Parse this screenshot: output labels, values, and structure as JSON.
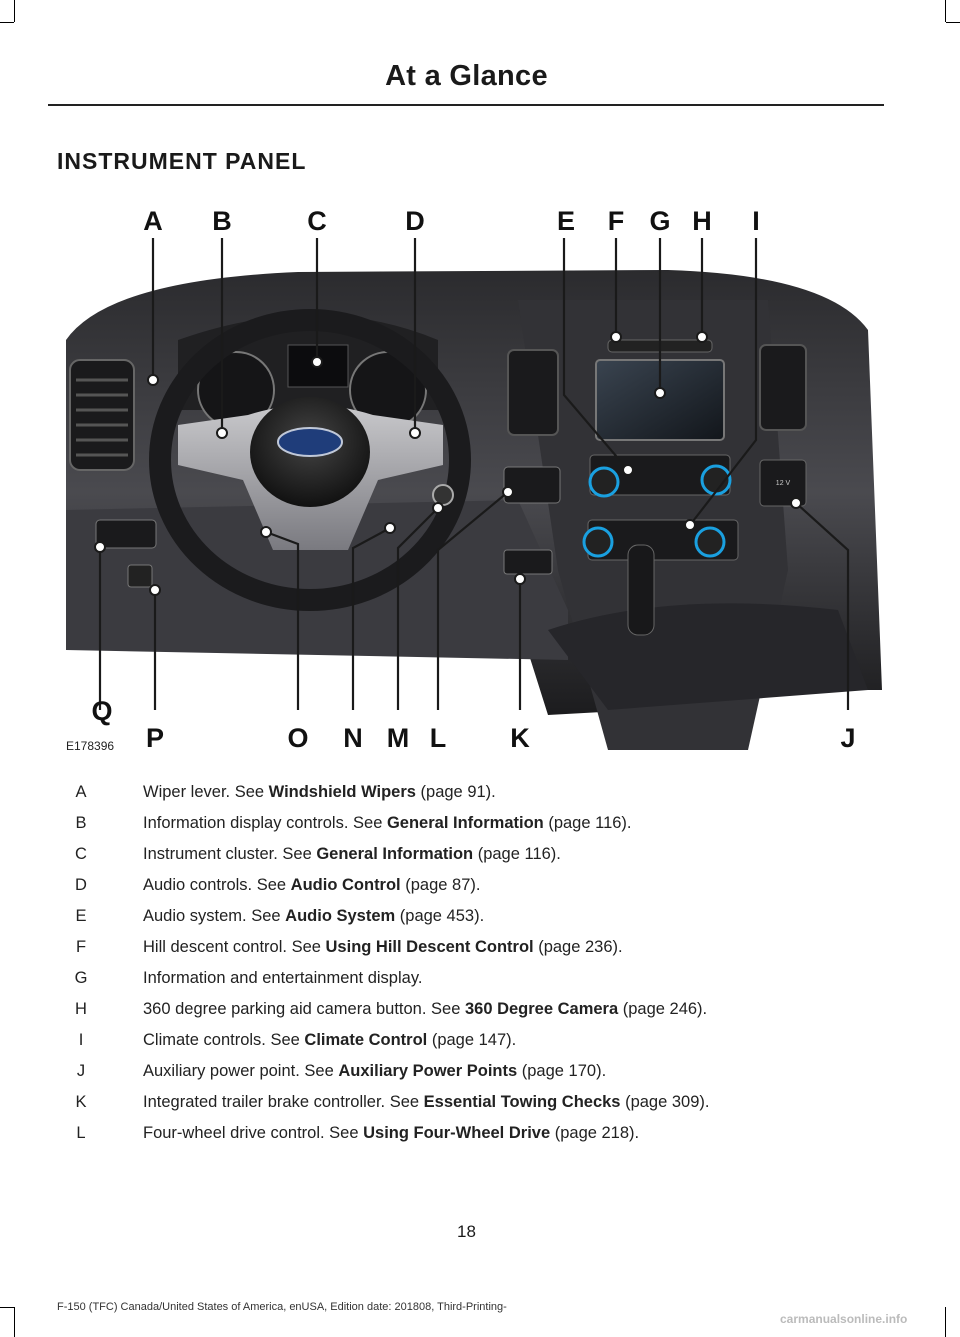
{
  "header": {
    "title": "At a Glance"
  },
  "section": {
    "title": "INSTRUMENT PANEL"
  },
  "figure": {
    "code": "E178396",
    "callouts_top": [
      "A",
      "B",
      "C",
      "D",
      "E",
      "F",
      "G",
      "H",
      "I"
    ],
    "callouts_bottom": [
      "Q",
      "P",
      "O",
      "N",
      "M",
      "L",
      "K",
      "J"
    ],
    "vent_label": "12 V"
  },
  "items": [
    {
      "letter": "A",
      "text": "Wiper lever. See ",
      "ref": "Windshield Wipers",
      "suffix": " (page 91)."
    },
    {
      "letter": "B",
      "text": "Information display controls. See ",
      "ref": "General Information",
      "suffix": " (page 116)."
    },
    {
      "letter": "C",
      "text": "Instrument cluster.  See ",
      "ref": "General Information",
      "suffix": " (page 116)."
    },
    {
      "letter": "D",
      "text": "Audio controls.  See ",
      "ref": "Audio Control",
      "suffix": " (page 87)."
    },
    {
      "letter": "E",
      "text": "Audio system.  See ",
      "ref": "Audio System",
      "suffix": " (page 453)."
    },
    {
      "letter": "F",
      "text": "Hill descent control.  See ",
      "ref": "Using Hill Descent Control",
      "suffix": " (page 236)."
    },
    {
      "letter": "G",
      "text": "Information and entertainment display.",
      "ref": "",
      "suffix": ""
    },
    {
      "letter": "H",
      "text": "360 degree parking aid camera button.  See ",
      "ref": "360 Degree Camera",
      "suffix": " (page 246)."
    },
    {
      "letter": "I",
      "text": "Climate controls.  See ",
      "ref": "Climate Control",
      "suffix": " (page 147)."
    },
    {
      "letter": "J",
      "text": "Auxiliary power point. See ",
      "ref": "Auxiliary Power Points",
      "suffix": " (page 170)."
    },
    {
      "letter": "K",
      "text": "Integrated trailer brake controller.  See ",
      "ref": "Essential Towing Checks",
      "suffix": " (page 309)."
    },
    {
      "letter": "L",
      "text": "Four-wheel drive control.  See ",
      "ref": "Using Four-Wheel Drive",
      "suffix": " (page 218)."
    }
  ],
  "page_number": "18",
  "footer": "F-150 (TFC) Canada/United States of America, enUSA, Edition date: 201808, Third-Printing-",
  "watermark": "carmanualsonline.info"
}
